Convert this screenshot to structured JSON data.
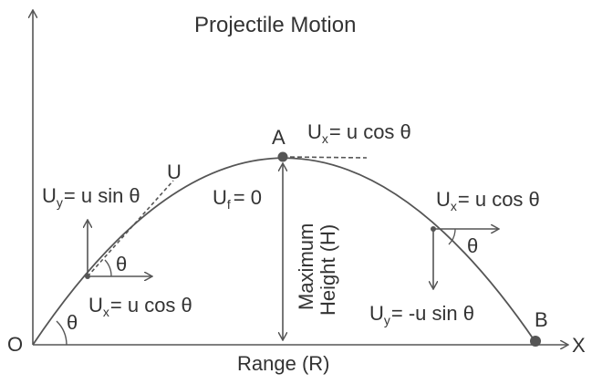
{
  "title": "Projectile Motion",
  "points": {
    "origin": "O",
    "apex": "A",
    "landing": "B",
    "x_axis": "X"
  },
  "labels": {
    "velocity": "U",
    "range": "Range (R)",
    "max_height_line1": "Maximum",
    "max_height_line2": "Height (H)",
    "theta": "θ"
  },
  "launch": {
    "uy_letter": "U",
    "uy_sub": "y",
    "uy_rest": "= u sin θ",
    "ux_letter": "U",
    "ux_sub": "x",
    "ux_rest": "= u cos θ"
  },
  "apex": {
    "ux_letter": "U",
    "ux_sub": "x",
    "ux_rest": "= u cos θ",
    "uf_letter": "U",
    "uf_sub": "f",
    "uf_rest": "= 0"
  },
  "descent": {
    "ux_letter": "U",
    "ux_sub": "x",
    "ux_rest": "= u cos θ",
    "uy_letter": "U",
    "uy_sub": "y",
    "uy_rest": "= -u sin θ"
  },
  "colors": {
    "stroke": "#555555",
    "text": "#333333",
    "point": "#555555"
  }
}
